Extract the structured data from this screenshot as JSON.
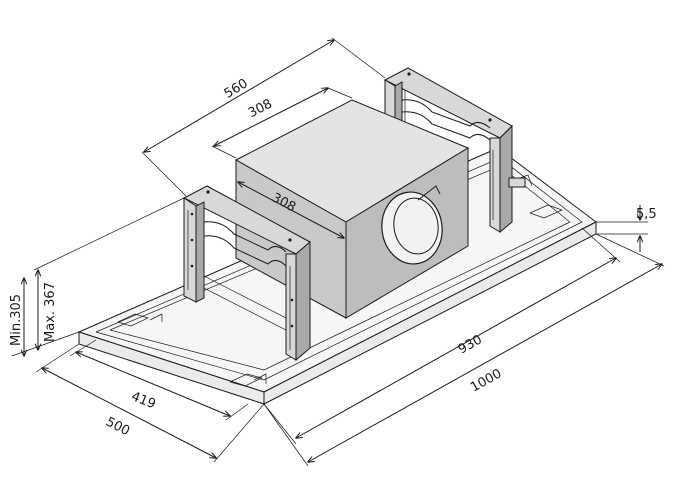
{
  "dimensions": {
    "overall_length": "1000",
    "inner_length": "930",
    "overall_depth": "500",
    "inner_depth": "419",
    "bracket_span": "560",
    "motor_width": "308",
    "motor_depth": "308",
    "panel_thickness": "5,5",
    "height_min": "Min.305",
    "height_max": "Max. 367"
  }
}
